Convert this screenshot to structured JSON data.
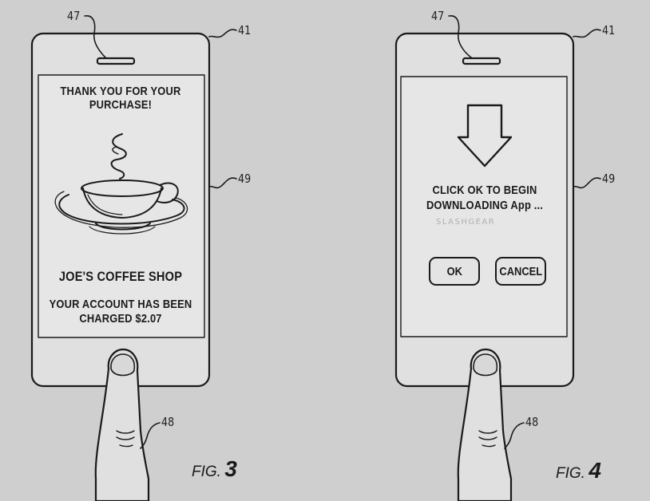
{
  "fig3": {
    "refs": {
      "speaker": "47",
      "device": "41",
      "screen": "49",
      "finger": "48"
    },
    "screen": {
      "heading": "THANK YOU FOR YOUR PURCHASE!",
      "merchant": "JOE'S COFFEE SHOP",
      "message_line1": "YOUR ACCOUNT HAS BEEN",
      "message_line2": "CHARGED $2.07"
    },
    "label_prefix": "FIG.",
    "label_number": "3"
  },
  "fig4": {
    "refs": {
      "speaker": "47",
      "device": "41",
      "screen": "49",
      "finger": "48"
    },
    "screen": {
      "message_line1": "CLICK OK TO BEGIN",
      "message_line2": "DOWNLOADING App ...",
      "ok_label": "OK",
      "cancel_label": "CANCEL"
    },
    "label_prefix": "FIG.",
    "label_number": "4"
  },
  "watermark": "SLASHGEAR",
  "colors": {
    "background": "#cfcfcf",
    "screen": "#e6e6e6",
    "ink": "#1a1a1a"
  }
}
